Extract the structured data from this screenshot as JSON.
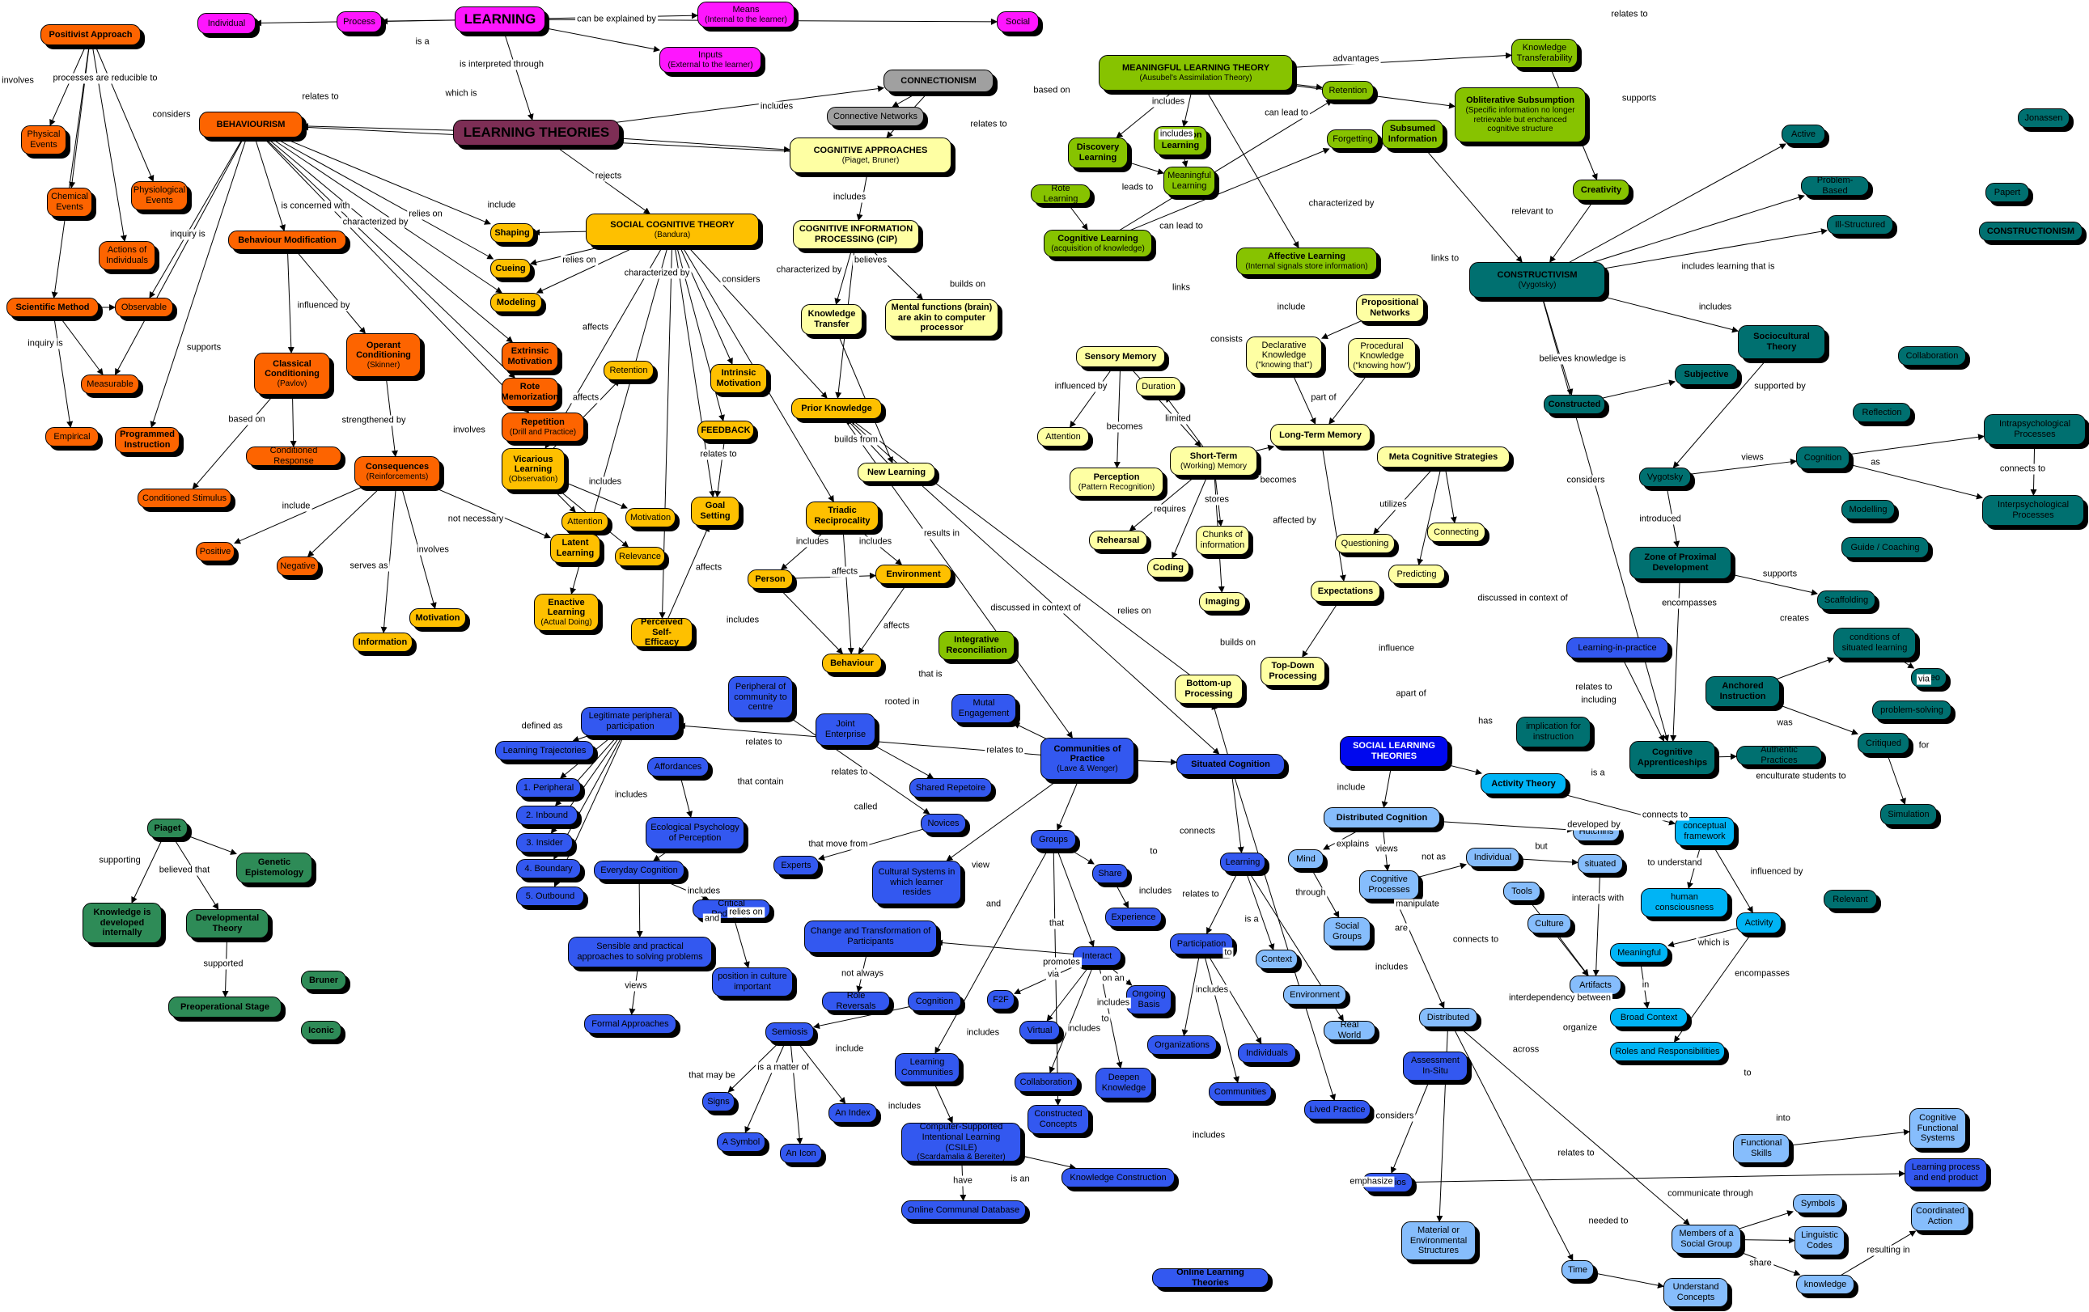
{
  "colors": {
    "orange": "#fd6400",
    "gold": "#fec000",
    "pale": "#feffa3",
    "green": "#87c300",
    "magenta": "#fe16fe",
    "teal": "#007070",
    "blue": "#3358f0",
    "lightblue": "#86bdfc",
    "cyan": "#00b4f5",
    "seagreen": "#2e8b57",
    "grey": "#a0a0a0",
    "plum": "#7d2e55",
    "navy": "#0008ee"
  },
  "nodes": {
    "positivist": {
      "label": "Positivist Approach"
    },
    "physical_events": {
      "label": "Physical Events"
    },
    "chemical_events": {
      "label": "Chemical Events"
    },
    "physiological_events": {
      "label": "Physiological Events"
    },
    "actions_individuals": {
      "label": "Actions of Individuals"
    },
    "scientific_method": {
      "label": "Scientific Method"
    },
    "observable": {
      "label": "Observable"
    },
    "measurable": {
      "label": "Measurable"
    },
    "empirical": {
      "label": "Empirical"
    },
    "programmed_instruction": {
      "label": "Programmed Instruction"
    },
    "behaviourism": {
      "label": "BEHAVIOURISM"
    },
    "behaviour_modification": {
      "label": "Behaviour Modification"
    },
    "classical_conditioning": {
      "label": "Classical Conditioning",
      "sub": "(Pavlov)"
    },
    "operant_conditioning": {
      "label": "Operant Conditioning",
      "sub": "(Skinner)"
    },
    "conditioned_response": {
      "label": "Conditioned Response"
    },
    "conditioned_stimulus": {
      "label": "Conditioned Stimulus"
    },
    "consequences": {
      "label": "Consequences",
      "sub": "(Reinforcements)"
    },
    "positive": {
      "label": "Positive"
    },
    "negative": {
      "label": "Negative"
    },
    "information": {
      "label": "Information"
    },
    "motivation_2": {
      "label": "Motivation"
    },
    "extrinsic_motivation": {
      "label": "Extrinsic Motivation"
    },
    "rote_memorization": {
      "label": "Rote Memorization"
    },
    "repetition": {
      "label": "Repetition",
      "sub": "(Drill and Practice)"
    },
    "individual": {
      "label": "Individual"
    },
    "process": {
      "label": "Process"
    },
    "learning": {
      "label": "LEARNING"
    },
    "means": {
      "label": "Means",
      "sub": "(Internal to the learner)"
    },
    "inputs": {
      "label": "Inputs",
      "sub": "(External to the learner)"
    },
    "social": {
      "label": "Social"
    },
    "connectionism": {
      "label": "CONNECTIONISM"
    },
    "connective_networks": {
      "label": "Connective Networks"
    },
    "learning_theories": {
      "label": "LEARNING THEORIES"
    },
    "cognitive_approaches": {
      "label": "COGNITIVE APPROACHES",
      "sub": "(Piaget, Bruner)"
    },
    "social_cognitive_theory": {
      "label": "SOCIAL COGNITIVE THEORY",
      "sub": "(Bandura)"
    },
    "shaping": {
      "label": "Shaping"
    },
    "cueing": {
      "label": "Cueing"
    },
    "modeling": {
      "label": "Modeling"
    },
    "retention_y": {
      "label": "Retention"
    },
    "vicarious_learning": {
      "label": "Vicarious Learning",
      "sub": "(Observation)"
    },
    "attention_y": {
      "label": "Attention"
    },
    "motivation_y": {
      "label": "Motivation"
    },
    "relevance": {
      "label": "Relevance"
    },
    "latent_learning": {
      "label": "Latent Learning"
    },
    "enactive_learning": {
      "label": "Enactive Learning",
      "sub": "(Actual Doing)"
    },
    "perceived_self_efficacy": {
      "label": "Perceived Self-Efficacy"
    },
    "intrinsic_motivation": {
      "label": "Intrinsic Motivation"
    },
    "feedback": {
      "label": "FEEDBACK"
    },
    "goal_setting": {
      "label": "Goal Setting"
    },
    "triadic_reciprocality": {
      "label": "Triadic Reciprocality"
    },
    "person": {
      "label": "Person"
    },
    "environment_y": {
      "label": "Environment"
    },
    "behaviour": {
      "label": "Behaviour"
    },
    "prior_knowledge": {
      "label": "Prior Knowledge"
    },
    "new_learning": {
      "label": "New Learning"
    },
    "cip": {
      "label": "COGNITIVE INFORMATION PROCESSING (CIP)"
    },
    "knowledge_transfer": {
      "label": "Knowledge Transfer"
    },
    "mental_functions": {
      "label": "Mental functions (brain) are akin to computer processor"
    },
    "meaningful_learning_theory": {
      "label": "MEANINGFUL LEARNING THEORY",
      "sub": "(Ausubel's Assimilation Theory)"
    },
    "discovery_learning": {
      "label": "Discovery Learning"
    },
    "reception_learning": {
      "label": "Reception Learning"
    },
    "meaningful_learning": {
      "label": "Meaningful Learning"
    },
    "rote_learning": {
      "label": "Rote Learning"
    },
    "cognitive_learning": {
      "label": "Cognitive Learning",
      "sub": "(acquisition of knowledge)"
    },
    "retention_g": {
      "label": "Retention"
    },
    "forgetting": {
      "label": "Forgetting"
    },
    "subsumed_information": {
      "label": "Subsumed Information"
    },
    "knowledge_transferability": {
      "label": "Knowledge Transferability"
    },
    "obliterative_subsumption": {
      "label": "Obliterative Subsumption",
      "sub": "(Specific information no longer retrievable but enchanced cognitive structure"
    },
    "creativity": {
      "label": "Creativity"
    },
    "affective_learning": {
      "label": "Affective Learning",
      "sub": "(Internal signals store information)"
    },
    "integrative_reconciliation": {
      "label": "Integrative Reconciliation"
    },
    "propositional_networks": {
      "label": "Propositional Networks"
    },
    "declarative_knowledge": {
      "label": "Declarative Knowledge",
      "sub": "(\"knowing that\")"
    },
    "procedural_knowledge": {
      "label": "Procedural Knowledge",
      "sub": "(\"knowing how\")"
    },
    "sensory_memory": {
      "label": "Sensory Memory"
    },
    "attention_p": {
      "label": "Attention"
    },
    "duration": {
      "label": "Duration"
    },
    "perception": {
      "label": "Perception",
      "sub": "(Pattern Recognition)"
    },
    "short_term": {
      "label": "Short-Term",
      "sub": "(Working) Memory"
    },
    "long_term_memory": {
      "label": "Long-Term Memory"
    },
    "meta_cognitive": {
      "label": "Meta Cognitive Strategies"
    },
    "rehearsal": {
      "label": "Rehearsal"
    },
    "coding": {
      "label": "Coding"
    },
    "imaging": {
      "label": "Imaging"
    },
    "chunks": {
      "label": "Chunks of information"
    },
    "questioning": {
      "label": "Questioning"
    },
    "connecting": {
      "label": "Connecting"
    },
    "predicting": {
      "label": "Predicting"
    },
    "expectations": {
      "label": "Expectations"
    },
    "bottom_up": {
      "label": "Bottom-up Processing"
    },
    "top_down": {
      "label": "Top-Down Processing"
    },
    "constructivism": {
      "label": "CONSTRUCTIVISM",
      "sub": "(Vygotsky)"
    },
    "active": {
      "label": "Active"
    },
    "problem_based": {
      "label": "Problem-Based"
    },
    "ill_structured": {
      "label": "Ill-Structured"
    },
    "jonassen": {
      "label": "Jonassen"
    },
    "papert": {
      "label": "Papert"
    },
    "constructionism": {
      "label": "CONSTRUCTIONISM"
    },
    "sociocultural_theory": {
      "label": "Sociocultural Theory"
    },
    "subjective": {
      "label": "Subjective"
    },
    "constructed": {
      "label": "Constructed"
    },
    "collaboration_t": {
      "label": "Collaboration"
    },
    "reflection": {
      "label": "Reflection"
    },
    "intrapsychological": {
      "label": "Intrapsychological Processes"
    },
    "interpsychological": {
      "label": "Interpsychological Processes"
    },
    "vygotsky": {
      "label": "Vygotsky"
    },
    "cognition_t": {
      "label": "Cognition"
    },
    "modelling": {
      "label": "Modelling"
    },
    "guide_coaching": {
      "label": "Guide / Coaching"
    },
    "zpd": {
      "label": "Zone of Proximal Development"
    },
    "scaffolding": {
      "label": "Scaffolding"
    },
    "conditions_situated": {
      "label": "conditions of situated learning"
    },
    "anchored_instruction": {
      "label": "Anchored Instruction"
    },
    "video": {
      "label": "Video"
    },
    "problem_solving": {
      "label": "problem-solving"
    },
    "critiqued": {
      "label": "Critiqued"
    },
    "authentic_practices": {
      "label": "Authentic Practices"
    },
    "cognitive_apprenticeships": {
      "label": "Cognitive Apprenticeships"
    },
    "implication_instruction": {
      "label": "implication for instruction"
    },
    "simulation": {
      "label": "Simulation"
    },
    "relevant": {
      "label": "Relevant"
    },
    "learning_in_practice": {
      "label": "Learning-in-practice"
    },
    "social_learning_theories": {
      "label": "SOCIAL LEARNING THEORIES"
    },
    "activity_theory": {
      "label": "Activity Theory"
    },
    "distributed_cognition": {
      "label": "Distributed Cognition"
    },
    "hutchins": {
      "label": "Hutchins"
    },
    "conceptual_framework": {
      "label": "conceptual framework"
    },
    "human_consciousness": {
      "label": "human consciousness"
    },
    "activity": {
      "label": "Activity"
    },
    "meaningful": {
      "label": "Meaningful"
    },
    "broad_context": {
      "label": "Broad Context"
    },
    "roles_responsibilities": {
      "label": "Roles and Responsibilities"
    },
    "mind": {
      "label": "Mind"
    },
    "cognitive_processes": {
      "label": "Cognitive Processes"
    },
    "individual_d": {
      "label": "Individual"
    },
    "situated": {
      "label": "situated"
    },
    "tools": {
      "label": "Tools"
    },
    "culture": {
      "label": "Culture"
    },
    "social_groups": {
      "label": "Social Groups"
    },
    "artifacts": {
      "label": "Artifacts"
    },
    "distributed": {
      "label": "Distributed"
    },
    "assessment_in_situ": {
      "label": "Assessment In-Situ"
    },
    "functional_skills": {
      "label": "Functional Skills"
    },
    "cognitive_functional_systems": {
      "label": "Cognitive Functional Systems"
    },
    "learning_process_product": {
      "label": "Learning process and end product"
    },
    "portfolios": {
      "label": "Portfolios"
    },
    "material_structures": {
      "label": "Material or Environmental Structures"
    },
    "time": {
      "label": "Time"
    },
    "members_social_group": {
      "label": "Members of a Social Group"
    },
    "symbols": {
      "label": "Symbols"
    },
    "linguistic_codes": {
      "label": "Linguistic Codes"
    },
    "coordinated_action": {
      "label": "Coordinated Action"
    },
    "knowledge_lb": {
      "label": "knowledge"
    },
    "understand_concepts": {
      "label": "Understand Concepts"
    },
    "situated_cognition": {
      "label": "Situated Cognition"
    },
    "learning_b": {
      "label": "Learning"
    },
    "context": {
      "label": "Context"
    },
    "environment_b": {
      "label": "Environment"
    },
    "real_world": {
      "label": "Real World"
    },
    "participation": {
      "label": "Participation"
    },
    "organizations": {
      "label": "Organizations"
    },
    "individuals": {
      "label": "Individuals"
    },
    "communities": {
      "label": "Communities"
    },
    "lived_practice": {
      "label": "Lived Practice"
    },
    "communities_practice": {
      "label": "Communities of Practice",
      "sub": "(Lave & Wenger)"
    },
    "groups": {
      "label": "Groups"
    },
    "share": {
      "label": "Share"
    },
    "experience": {
      "label": "Experience"
    },
    "interact": {
      "label": "Interact"
    },
    "f2f": {
      "label": "F2F"
    },
    "virtual": {
      "label": "Virtual"
    },
    "ongoing_basis": {
      "label": "Ongoing Basis"
    },
    "collaboration_b": {
      "label": "Collaboration"
    },
    "deepen_knowledge": {
      "label": "Deepen Knowledge"
    },
    "constructed_concepts": {
      "label": "Constructed Concepts"
    },
    "cultural_systems": {
      "label": "Cultural Systems in which learner resides"
    },
    "novices": {
      "label": "Novices"
    },
    "experts": {
      "label": "Experts"
    },
    "peripheral_centre": {
      "label": "Peripheral of community to centre"
    },
    "mutual_engagement": {
      "label": "Mutal Engagement"
    },
    "joint_enterprise": {
      "label": "Joint Enterprise"
    },
    "shared_repetoire": {
      "label": "Shared Repetoire"
    },
    "legitimate_peripheral": {
      "label": "Legitimate peripheral participation"
    },
    "learning_trajectories": {
      "label": "Learning Trajectories"
    },
    "affordances": {
      "label": "Affordances"
    },
    "peripheral_1": {
      "label": "1. Peripheral"
    },
    "inbound_2": {
      "label": "2. Inbound"
    },
    "insider_3": {
      "label": "3. Insider"
    },
    "boundary_4": {
      "label": "4. Boundary"
    },
    "outbound_5": {
      "label": "5. Outbound"
    },
    "ecological_psychology": {
      "label": "Ecological Psychology of Perception"
    },
    "everyday_cognition": {
      "label": "Everyday Cognition"
    },
    "critical_pedagogy": {
      "label": "Critical Pedagogy"
    },
    "sensible_approaches": {
      "label": "Sensible and practical approaches to solving problems"
    },
    "position_culture": {
      "label": "position in culture important"
    },
    "formal_approaches": {
      "label": "Formal Approaches"
    },
    "change_transformation": {
      "label": "Change and Transformation of Participants"
    },
    "role_reversals": {
      "label": "Role Reversals"
    },
    "cognition_b": {
      "label": "Cognition"
    },
    "semiosis": {
      "label": "Semiosis"
    },
    "signs": {
      "label": "Signs"
    },
    "a_symbol": {
      "label": "A Symbol"
    },
    "an_icon": {
      "label": "An Icon"
    },
    "an_index": {
      "label": "An Index"
    },
    "learning_communities": {
      "label": "Learning Communities"
    },
    "csile": {
      "label": "Computer-Supported Intentional Learning (CSILE)",
      "sub": "(Scardamalia & Bereiter)"
    },
    "online_communal_database": {
      "label": "Online Communal Database"
    },
    "knowledge_construction": {
      "label": "Knowledge Construction"
    },
    "online_learning_theories": {
      "label": "Online Learning Theories"
    },
    "piaget": {
      "label": "Piaget"
    },
    "genetic_epistemology": {
      "label": "Genetic Epistemology"
    },
    "knowledge_internally": {
      "label": "Knowledge is developed internally"
    },
    "developmental_theory": {
      "label": "Developmental Theory"
    },
    "preoperational_stage": {
      "label": "Preoperational Stage"
    },
    "bruner": {
      "label": "Bruner"
    },
    "iconic": {
      "label": "Iconic"
    }
  },
  "link_labels": [
    "involves",
    "processes are reducible to",
    "considers",
    "relates to",
    "inquiry is",
    "inquiry is",
    "supports",
    "is concerned with",
    "characterized by",
    "relies on",
    "influenced by",
    "based on",
    "strengthened by",
    "include",
    "serves as",
    "involves",
    "not necessary",
    "involves",
    "is a",
    "can be explained by",
    "is interpreted through",
    "which is",
    "includes",
    "based on",
    "relates to",
    "rejects",
    "include",
    "includes",
    "relies on",
    "characterized by",
    "considers",
    "affects",
    "affects",
    "includes",
    "relates to",
    "affects",
    "includes",
    "includes",
    "affects",
    "affects",
    "includes",
    "results in",
    "builds from",
    "characterized by",
    "believes",
    "builds on",
    "includes",
    "advantages",
    "supports",
    "includes",
    "leads to",
    "can lead to",
    "can lead to",
    "characterized by",
    "relevant to",
    "links to",
    "links",
    "include",
    "consists",
    "influenced by",
    "limited",
    "becomes",
    "requires",
    "stores",
    "becomes",
    "part of",
    "utilizes",
    "affected by",
    "builds on",
    "influence",
    "relies on",
    "discussed in context of",
    "discussed in context of",
    "relates to",
    "includes learning that is",
    "includes",
    "believes knowledge is",
    "supported by",
    "considers",
    "views",
    "as",
    "connects to",
    "introduced",
    "supports",
    "encompasses",
    "creates",
    "via",
    "was",
    "for",
    "enculturate students to",
    "connects to",
    "relates to",
    "including",
    "has",
    "apart of",
    "include",
    "is a",
    "developed by",
    "to understand",
    "influenced by",
    "which is",
    "in",
    "encompasses",
    "explains",
    "views",
    "not as",
    "but",
    "interacts with",
    "through",
    "manipulate",
    "are",
    "connects to",
    "includes",
    "interdependency between",
    "organize",
    "to",
    "across",
    "needed to",
    "into",
    "emphasize",
    "considers",
    "relates to",
    "communicate through",
    "share",
    "resulting in",
    "connects",
    "to",
    "includes",
    "relates to",
    "is a",
    "to",
    "includes",
    "includes",
    "view",
    "and",
    "promotes",
    "via",
    "on an",
    "to",
    "includes",
    "that",
    "includes",
    "that is",
    "rooted in",
    "relates to",
    "relates to",
    "relates to",
    "called",
    "that move from",
    "that contain",
    "includes",
    "defined as",
    "includes",
    "relies on",
    "and",
    "views",
    "not always",
    "includes",
    "include",
    "is a matter of",
    "that may be",
    "includes",
    "have",
    "is an",
    "supporting",
    "believed that",
    "supported",
    "includes"
  ]
}
